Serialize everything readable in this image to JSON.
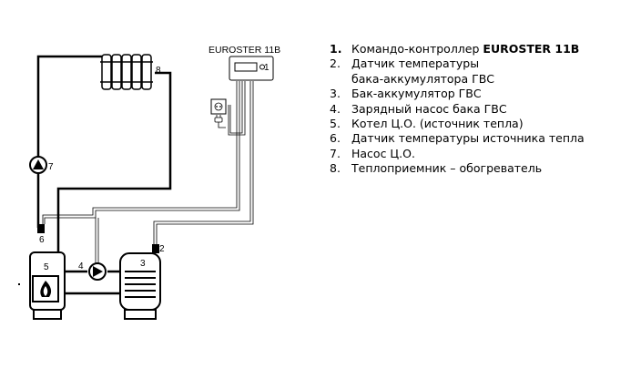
{
  "controller": {
    "title": "EUROSTER 11B"
  },
  "labels": {
    "controller": "1",
    "dhw_sensor": "2",
    "dhw_tank": "3",
    "charge_pump": "4",
    "boiler": "5",
    "heat_source_sensor": "6",
    "ch_pump": "7",
    "radiator": "8"
  },
  "legend": [
    {
      "num": "1.",
      "text": "Командо-контроллер ",
      "bold": "EUROSTER 11B"
    },
    {
      "num": "2.",
      "text": "Датчик температуры",
      "text2": "бака-аккумулятора ГВС"
    },
    {
      "num": "3.",
      "text": "Бак-аккумулятор ГВС"
    },
    {
      "num": "4.",
      "text": "Зарядный насос бака ГВС"
    },
    {
      "num": "5.",
      "text": "Котел Ц.О. (источник тепла)"
    },
    {
      "num": "6.",
      "text": "Датчик температуры источника тепла"
    },
    {
      "num": "7.",
      "text": "Насос Ц.О."
    },
    {
      "num": "8.",
      "text": "Теплоприемник – обогреватель"
    }
  ]
}
